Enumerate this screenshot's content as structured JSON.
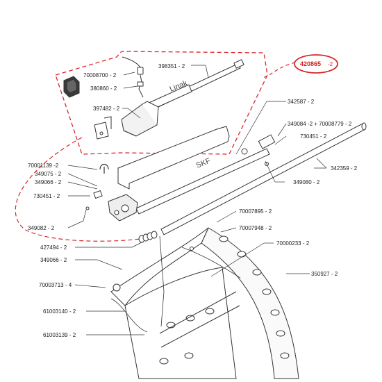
{
  "highlighted_part": {
    "number": "420865",
    "qty": "-2",
    "ring_color": "#d8262b"
  },
  "brands": {
    "actuator": "Linak",
    "bearing": "SKF"
  },
  "callouts": [
    {
      "id": "p70008700",
      "text": "70008700  - 2"
    },
    {
      "id": "p398351",
      "text": "398351  - 2"
    },
    {
      "id": "p380860",
      "text": "380860  - 2"
    },
    {
      "id": "p397482",
      "text": "397482  - 2"
    },
    {
      "id": "p342587",
      "text": "342587  - 2"
    },
    {
      "id": "p349084",
      "text": "349084  -2 + 70008779  - 2"
    },
    {
      "id": "p730451a",
      "text": "730451  - 2"
    },
    {
      "id": "p70001139",
      "text": "70001139  -2"
    },
    {
      "id": "p349075",
      "text": "349075  - 2"
    },
    {
      "id": "p349066a",
      "text": "349066  - 2"
    },
    {
      "id": "p342359",
      "text": "342359  - 2"
    },
    {
      "id": "p730451b",
      "text": "730451  - 2"
    },
    {
      "id": "p349080",
      "text": "349080  - 2"
    },
    {
      "id": "p70007895",
      "text": "70007895  - 2"
    },
    {
      "id": "p349082",
      "text": "349082  - 2"
    },
    {
      "id": "p70007948",
      "text": "70007948  - 2"
    },
    {
      "id": "p427494",
      "text": "427494  - 2"
    },
    {
      "id": "p70000233",
      "text": "70000233  - 2"
    },
    {
      "id": "p349066b",
      "text": "349066  - 2"
    },
    {
      "id": "p350927",
      "text": "350927  - 2"
    },
    {
      "id": "p70003713",
      "text": "70003713  - 4"
    },
    {
      "id": "p61003140",
      "text": "61003140  - 2"
    },
    {
      "id": "p61003139",
      "text": "61003139  - 2"
    }
  ],
  "colors": {
    "line": "#333333",
    "red_dash": "#d8262b"
  }
}
